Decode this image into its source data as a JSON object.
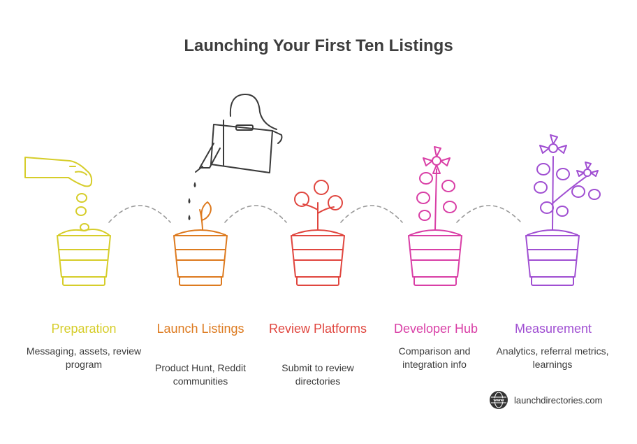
{
  "title": "Launching Your First Ten Listings",
  "steps": [
    {
      "title": "Preparation",
      "description": "Messaging, assets, review program",
      "color": "#d6cd2a",
      "stage": "hand-seeds"
    },
    {
      "title": "Launch Listings",
      "description": "Product Hunt, Reddit communities",
      "color": "#dd7a1f",
      "stage": "watering-sprout"
    },
    {
      "title": "Review Platforms",
      "description": "Submit to review directories",
      "color": "#e0463f",
      "stage": "seedling"
    },
    {
      "title": "Developer Hub",
      "description": "Comparison and integration info",
      "color": "#d93fa6",
      "stage": "flowering-plant"
    },
    {
      "title": "Measurement",
      "description": "Analytics, referral metrics, learnings",
      "color": "#a04fd2",
      "stage": "full-bloom"
    }
  ],
  "brand": {
    "name": "launchdirectories.com",
    "logo_text": "www"
  }
}
